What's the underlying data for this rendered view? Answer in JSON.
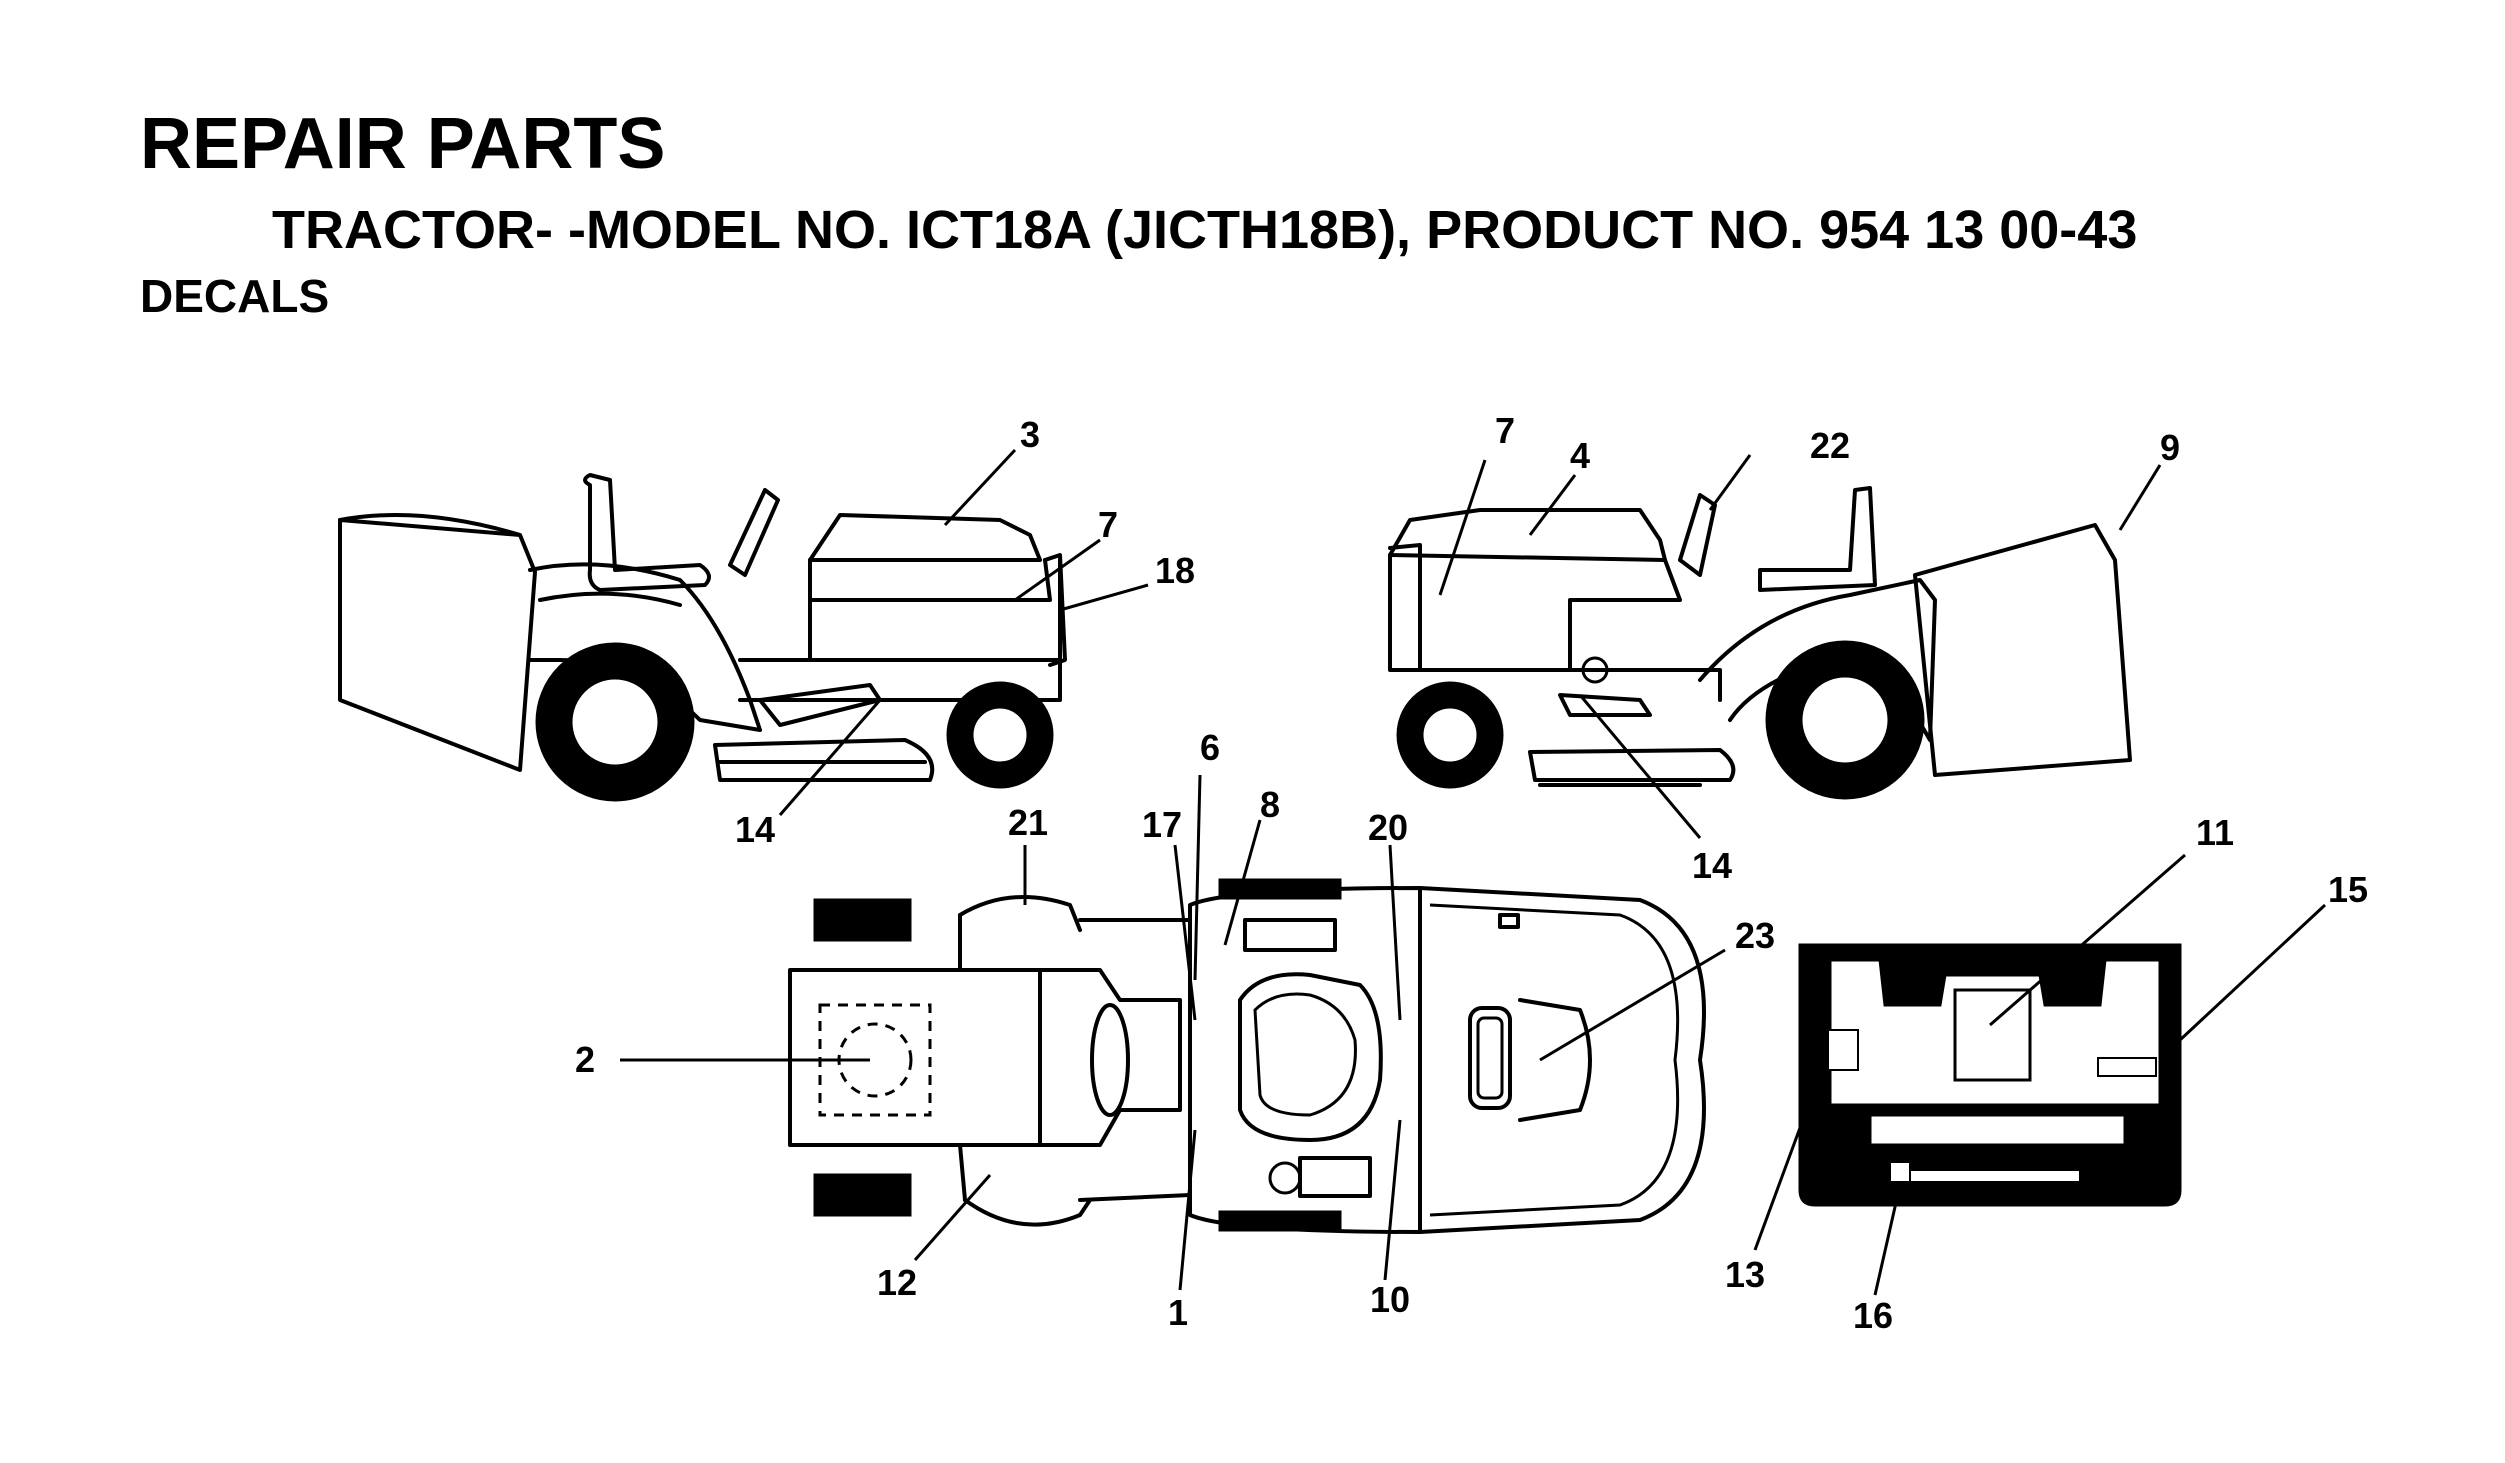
{
  "header": {
    "title": "REPAIR PARTS",
    "subtitle": "TRACTOR- -MODEL NO. ICT18A (JICTH18B), PRODUCT NO. 954 13   00-43",
    "section": "DECALS"
  },
  "callouts": {
    "left_view": {
      "c3": "3",
      "c7": "7",
      "c18": "18",
      "c14": "14"
    },
    "right_view": {
      "c7": "7",
      "c4": "4",
      "c22": "22",
      "c9": "9",
      "c14": "14"
    },
    "top_view": {
      "c21": "21",
      "c17": "17",
      "c6": "6",
      "c8": "8",
      "c20": "20",
      "c23": "23",
      "c2": "2",
      "c12": "12",
      "c1": "1",
      "c10": "10"
    },
    "rear_view": {
      "c11": "11",
      "c15": "15",
      "c13": "13",
      "c16": "16"
    }
  }
}
